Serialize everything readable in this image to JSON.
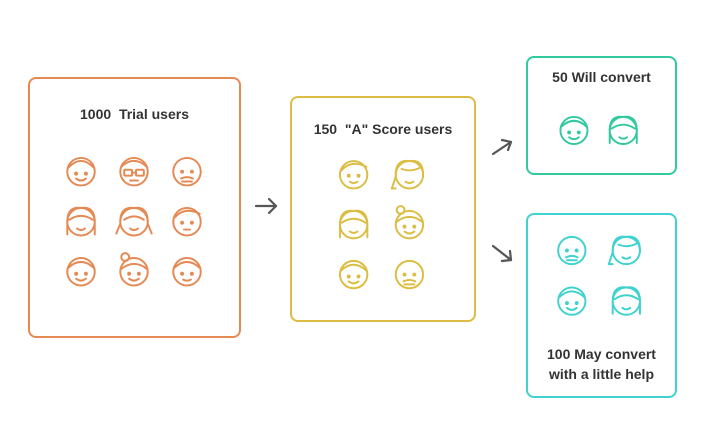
{
  "colors": {
    "orange": "#e58a54",
    "yellow": "#dcbd43",
    "green": "#32c9a0",
    "cyan": "#3fd2cf",
    "text": "#333333",
    "arrow": "#555555"
  },
  "boxes": {
    "trial": {
      "title": "1000  Trial users"
    },
    "a_score": {
      "title": "150  \"A\" Score users"
    },
    "will": {
      "title": "50 Will convert"
    },
    "may": {
      "title_line1": "100 May convert",
      "title_line2": "with a little help"
    }
  },
  "icons": [
    "user-face-icon",
    "arrow-right-icon",
    "arrow-up-right-icon",
    "arrow-down-right-icon"
  ]
}
